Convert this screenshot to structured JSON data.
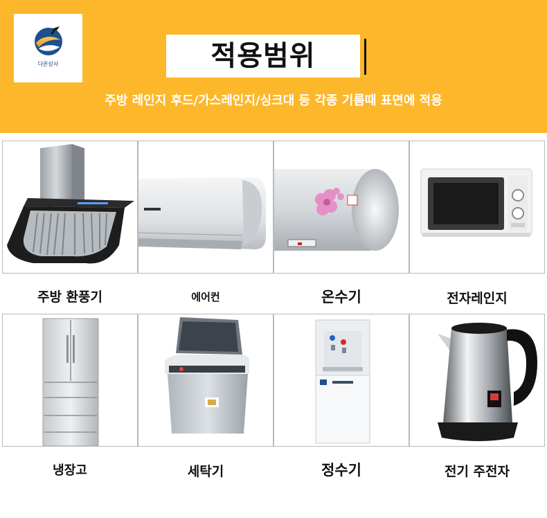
{
  "brand": {
    "logo_text": "다온상사"
  },
  "header": {
    "title": "적용범위",
    "subtitle": "주방 레인지 후드/가스레인지/싱크대 등 각종 기름때 표면에 적용"
  },
  "products": [
    {
      "label": "주방 환풍기",
      "icon": "range-hood-icon"
    },
    {
      "label": "에어컨",
      "icon": "air-conditioner-icon"
    },
    {
      "label": "온수기",
      "icon": "water-heater-icon"
    },
    {
      "label": "전자레인지",
      "icon": "microwave-icon"
    },
    {
      "label": "냉장고",
      "icon": "refrigerator-icon"
    },
    {
      "label": "세탁기",
      "icon": "washing-machine-icon"
    },
    {
      "label": "정수기",
      "icon": "water-dispenser-icon"
    },
    {
      "label": "전기 주전자",
      "icon": "electric-kettle-icon"
    }
  ],
  "colors": {
    "header_bg": "#fcb72a",
    "title_text": "#111111",
    "subtitle_text": "#ffffff",
    "card_border": "#b9b9b9"
  }
}
